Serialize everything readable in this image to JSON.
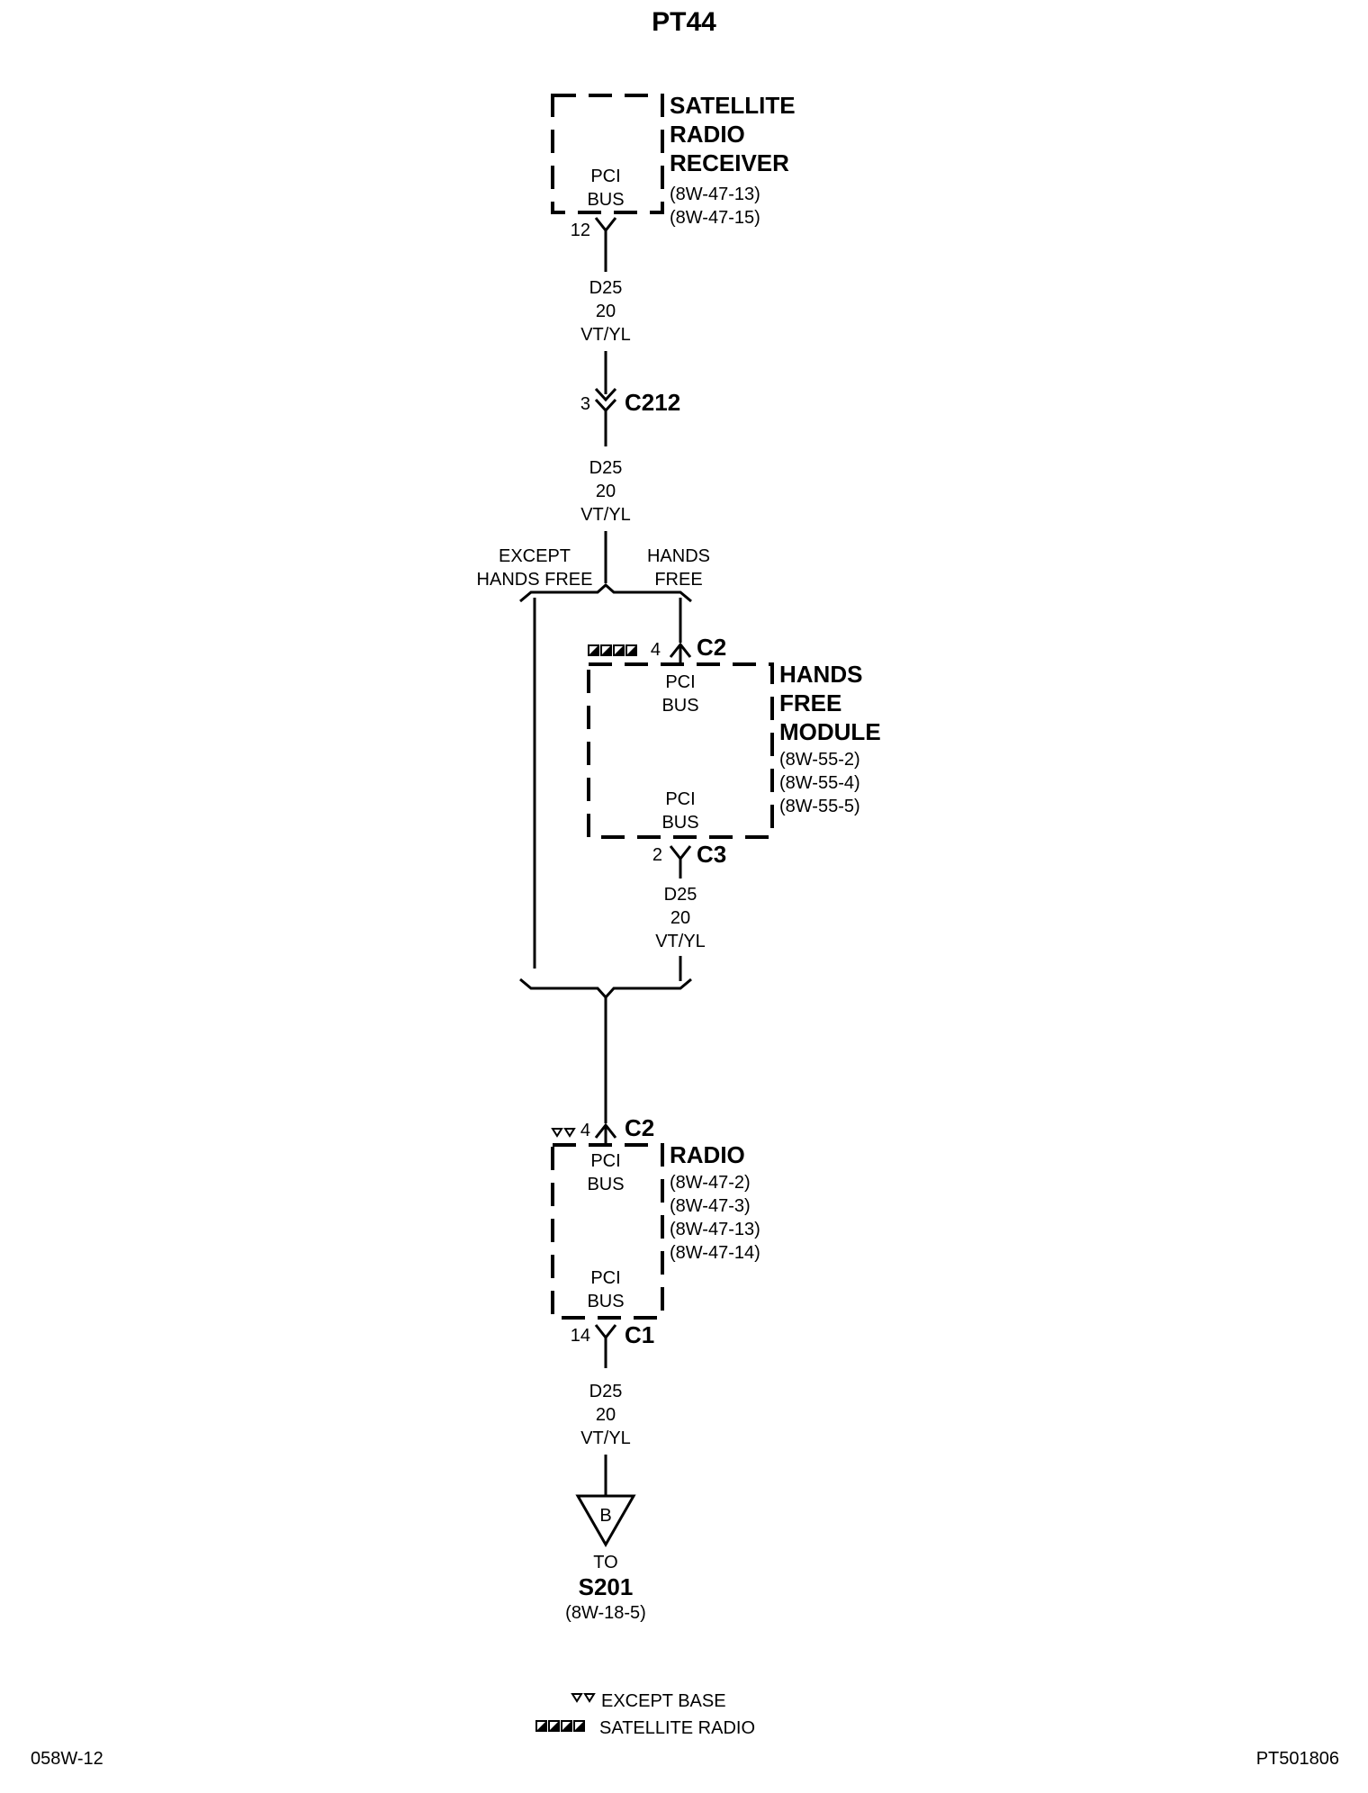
{
  "title": "PT44",
  "footer_left": "058W-12",
  "footer_right": "PT501806",
  "satellite_receiver": {
    "name": [
      "SATELLITE",
      "RADIO",
      "RECEIVER"
    ],
    "refs": [
      "(8W-47-13)",
      "(8W-47-15)"
    ],
    "inner": [
      "PCI",
      "BUS"
    ],
    "pin": "12"
  },
  "wire_labels": {
    "circuit": "D25",
    "gauge": "20",
    "color": "VT/YL"
  },
  "inline_connector": {
    "pin": "3",
    "name": "C212"
  },
  "branch": {
    "except": [
      "EXCEPT",
      "HANDS FREE"
    ],
    "hands": [
      "HANDS",
      "FREE"
    ]
  },
  "hands_free_module": {
    "name": [
      "HANDS",
      "FREE",
      "MODULE"
    ],
    "refs": [
      "(8W-55-2)",
      "(8W-55-4)",
      "(8W-55-5)"
    ],
    "top_pin": "4",
    "top_conn": "C2",
    "top_inner": [
      "PCI",
      "BUS"
    ],
    "bottom_inner": [
      "PCI",
      "BUS"
    ],
    "bottom_pin": "2",
    "bottom_conn": "C3"
  },
  "radio": {
    "name": "RADIO",
    "refs": [
      "(8W-47-2)",
      "(8W-47-3)",
      "(8W-47-13)",
      "(8W-47-14)"
    ],
    "top_pin": "4",
    "top_conn": "C2",
    "top_inner": [
      "PCI",
      "BUS"
    ],
    "bottom_inner": [
      "PCI",
      "BUS"
    ],
    "bottom_pin": "14",
    "bottom_conn": "C1"
  },
  "offpage": {
    "letter": "B",
    "to": "TO",
    "splice": "S201",
    "ref": "(8W-18-5)"
  },
  "legend": {
    "except_base": "EXCEPT BASE",
    "satellite_radio": "SATELLITE RADIO"
  }
}
